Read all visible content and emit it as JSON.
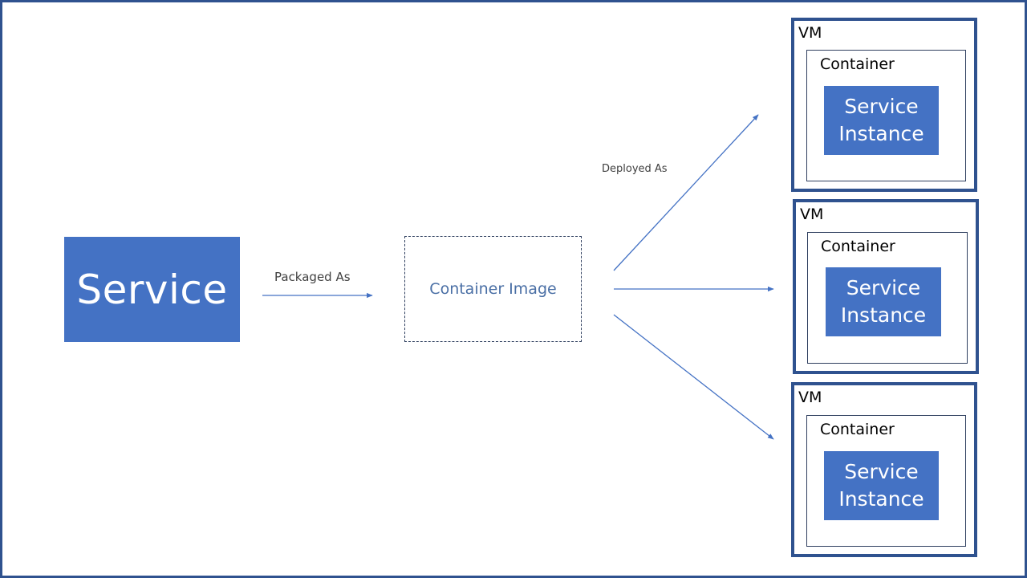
{
  "colors": {
    "accent": "#4472c4",
    "border": "#2f528f",
    "arrow": "#4472c4",
    "label_text": "#404040",
    "image_text": "#4a6fa5"
  },
  "service": {
    "label": "Service"
  },
  "packaged_label": "Packaged As",
  "container_image": {
    "label": "Container Image"
  },
  "deployed_label": "Deployed As",
  "vms": [
    {
      "label": "VM",
      "container_label": "Container",
      "instance_line1": "Service",
      "instance_line2": "Instance"
    },
    {
      "label": "VM",
      "container_label": "Container",
      "instance_line1": "Service",
      "instance_line2": "Instance"
    },
    {
      "label": "VM",
      "container_label": "Container",
      "instance_line1": "Service",
      "instance_line2": "Instance"
    }
  ]
}
